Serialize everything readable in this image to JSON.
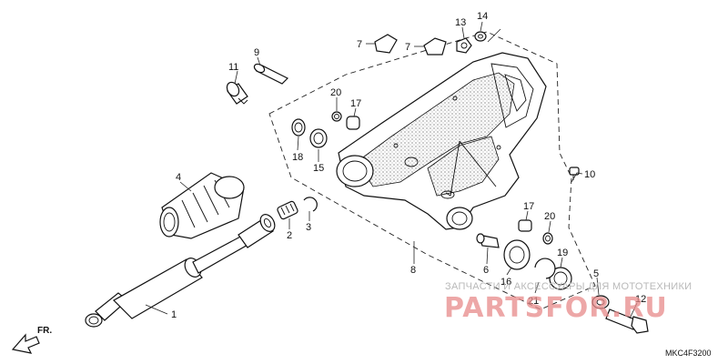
{
  "diagram": {
    "callouts": [
      {
        "id": "c1",
        "text": "1"
      },
      {
        "id": "c2",
        "text": "2"
      },
      {
        "id": "c3",
        "text": "3"
      },
      {
        "id": "c4",
        "text": "4"
      },
      {
        "id": "c5",
        "text": "5"
      },
      {
        "id": "c6",
        "text": "6"
      },
      {
        "id": "c7a",
        "text": "7"
      },
      {
        "id": "c7b",
        "text": "7"
      },
      {
        "id": "c8",
        "text": "8"
      },
      {
        "id": "c9",
        "text": "9"
      },
      {
        "id": "c10",
        "text": "10"
      },
      {
        "id": "c11",
        "text": "11"
      },
      {
        "id": "c12",
        "text": "12"
      },
      {
        "id": "c13",
        "text": "13"
      },
      {
        "id": "c14",
        "text": "14"
      },
      {
        "id": "c15",
        "text": "15"
      },
      {
        "id": "c16",
        "text": "16"
      },
      {
        "id": "c17a",
        "text": "17"
      },
      {
        "id": "c17b",
        "text": "17"
      },
      {
        "id": "c18",
        "text": "18"
      },
      {
        "id": "c19",
        "text": "19"
      },
      {
        "id": "c20a",
        "text": "20"
      },
      {
        "id": "c20b",
        "text": "20"
      },
      {
        "id": "c21",
        "text": "21"
      }
    ],
    "front_label": "FR.",
    "diagram_code": "MKC4F3200"
  },
  "watermark": {
    "tagline": "ЗАПЧАСТИ И АКСЕССУАРЫ ДЛЯ МОТОТЕХНИКИ",
    "brand": "PARTSFOR.RU"
  }
}
